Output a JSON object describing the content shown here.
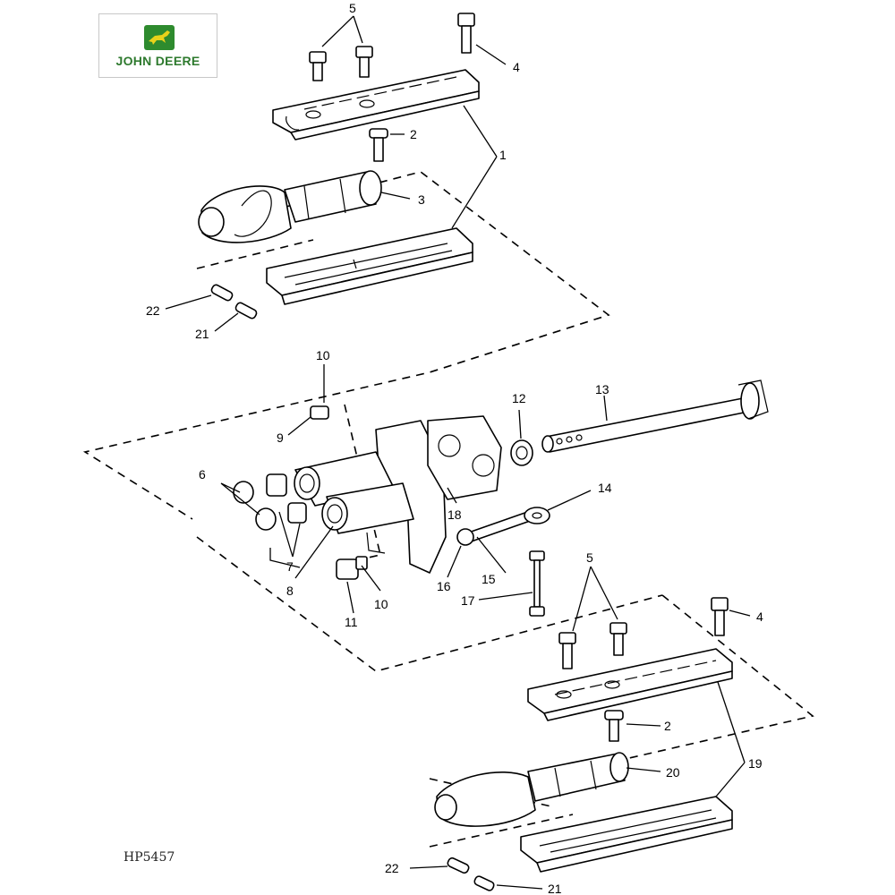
{
  "logo": {
    "brand_text": "JOHN DEERE",
    "color": "#2e8b2e",
    "mark_color": "#e8d21a"
  },
  "drawing_code": "HP5457",
  "callouts": [
    "1",
    "2",
    "3",
    "4",
    "5",
    "6",
    "7",
    "8",
    "9",
    "10",
    "11",
    "12",
    "13",
    "14",
    "15",
    "16",
    "17",
    "18",
    "19",
    "20",
    "21",
    "22"
  ]
}
